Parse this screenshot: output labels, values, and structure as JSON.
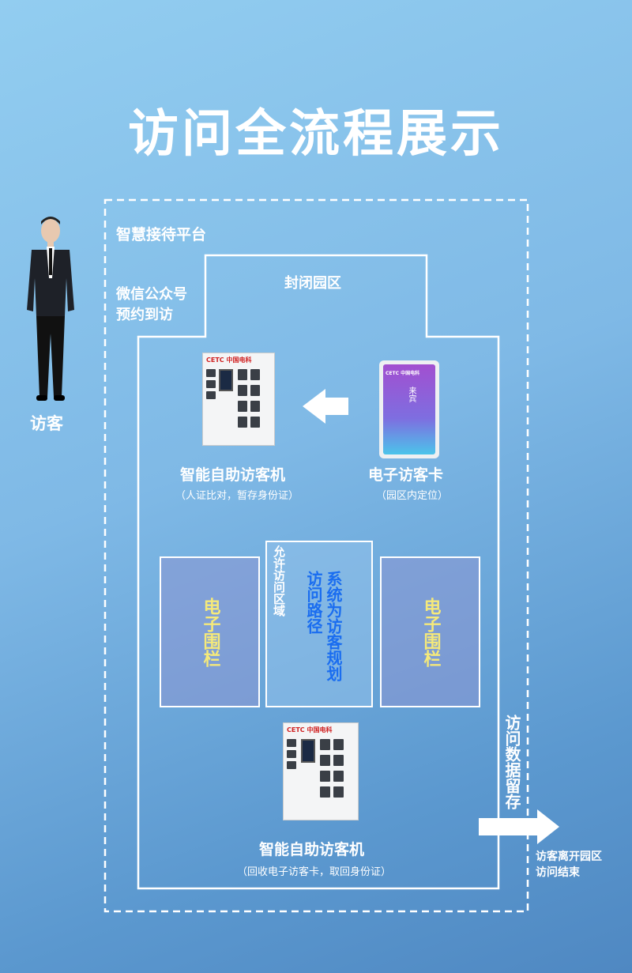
{
  "title": "访问全流程展示",
  "visitor": {
    "label": "访客"
  },
  "platform": {
    "label": "智慧接待平台",
    "wechat_line1": "微信公众号",
    "wechat_line2": "预约到访"
  },
  "park": {
    "label": "封闭园区"
  },
  "kiosk_top": {
    "label": "智能自助访客机",
    "sub": "（人证比对，暂存身份证）",
    "logo": "CETC 中国电科"
  },
  "card": {
    "label": "电子访客卡",
    "sub": "（园区内定位）",
    "card_text": "来宾",
    "logo": "CETC 中国电科"
  },
  "allowed": {
    "label": "允许访问区域",
    "path_col1": "系统为访客规划",
    "path_col2": "访问路径"
  },
  "fence_left": "电子围栏",
  "fence_right": "电子围栏",
  "kiosk_bottom": {
    "label": "智能自助访客机",
    "sub": "（回收电子访客卡，取回身份证）",
    "logo": "CETC 中国电科"
  },
  "data_retention": "访问数据留存",
  "exit": {
    "line1": "访客离开园区",
    "line2": "访问结束"
  },
  "colors": {
    "fence_text": "#f5e97a",
    "path_text": "#1a6df0"
  }
}
